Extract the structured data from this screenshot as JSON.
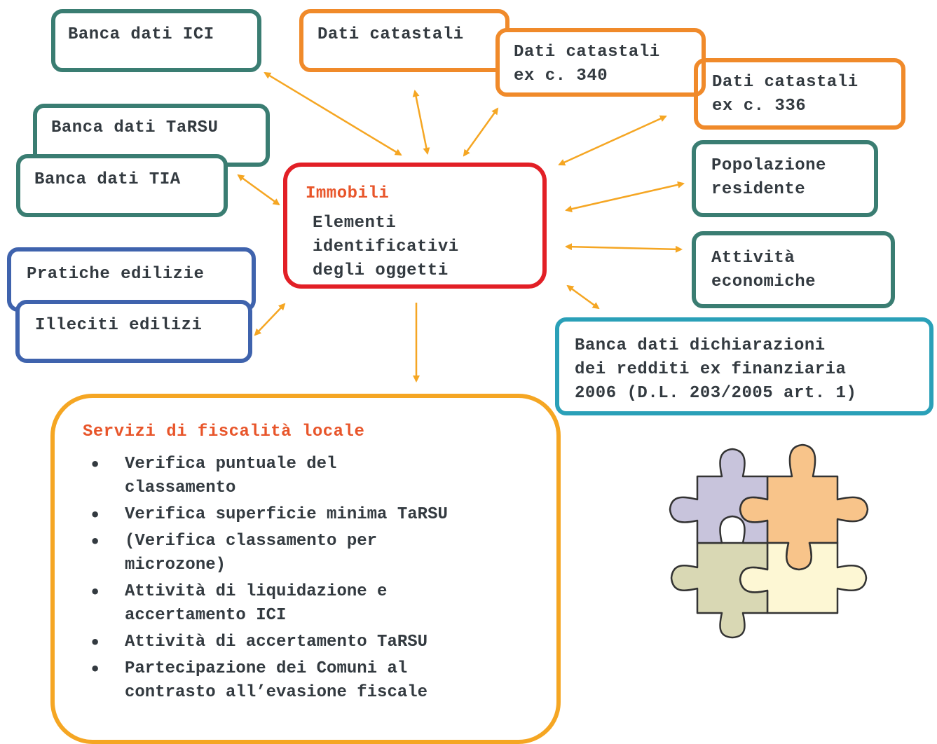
{
  "boxes": {
    "ici": "Banca dati ICI",
    "tarsu": "Banca dati TaRSU",
    "tia": "Banca dati TIA",
    "pratiche": "Pratiche edilizie",
    "illeciti": "Illeciti edilizi",
    "catastali": "Dati catastali",
    "catastali340": "Dati catastali\nex c. 340",
    "catastali336": "Dati catastali\nex c. 336",
    "popolazione": "Popolazione\nresidente",
    "attivita": "Attività\neconomiche",
    "redditi": "Banca dati dichiarazioni\ndei redditi ex finanziaria\n2006 (D.L. 203/2005 art. 1)"
  },
  "center": {
    "title": "Immobili",
    "body": "Elementi\nidentificativi\ndegli oggetti"
  },
  "services": {
    "title": "Servizi di fiscalità locale",
    "items": [
      "Verifica puntuale del\nclassamento",
      "Verifica superficie minima TaRSU",
      "(Verifica classamento per\nmicrozone)",
      "Attività di liquidazione e\naccertamento ICI",
      "Attività di accertamento TaRSU",
      "Partecipazione dei Comuni al\ncontrasto all’evasione fiscale"
    ]
  },
  "colors": {
    "arrow": "#f5a623",
    "teal": "#3a7d72",
    "orange": "#f08a2a",
    "blue": "#3f63ad",
    "cyan": "#2aa0b8",
    "red": "#e21f26",
    "accent": "#e8552a",
    "puzzle": [
      "#c8c4dc",
      "#f8c48a",
      "#d9d8b4",
      "#fdf7d4"
    ]
  }
}
